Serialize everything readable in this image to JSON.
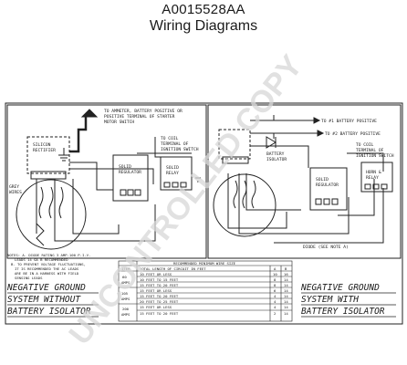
{
  "header": {
    "part_number": "A0015528AA",
    "title": "Wiring Diagrams"
  },
  "watermark": "UNCONTROLLED COPY",
  "left_diagram": {
    "callout_ammeter": [
      "TO AMMETER, BATTERY POSITIVE OR",
      "POSITIVE TERMINAL OF STARTER",
      "MOTOR SWITCH"
    ],
    "callout_coil": [
      "TO COIL",
      "TERMINAL OF",
      "IGNITION SWITCH"
    ],
    "rectifier": [
      "SILICON",
      "RECTIFIER"
    ],
    "regulator": [
      "SOLID",
      "REGULATOR"
    ],
    "relay": [
      "SOLID",
      "RELAY"
    ],
    "field_label": [
      "GREY",
      "WIRES"
    ],
    "notes": [
      "NOTES: A. DIODE RATING 3 AMP-100 P.I.V.",
      "LEADS 14 GA B RECOMMENDED",
      "B. TO PREVENT VOLTAGE FLUCTUATIONS,",
      "IT IS RECOMMENDED THE AC LEADS",
      "ARE BE IN A HARNESS WITH FIELD",
      "SENSING LEADS"
    ],
    "caption": [
      "NEGATIVE GROUND",
      "SYSTEM WITHOUT",
      "BATTERY ISOLATOR"
    ]
  },
  "right_diagram": {
    "callout_bat1": "TO #1 BATTERY POSITIVE",
    "callout_bat2": "TO #2 BATTERY POSITIVE",
    "callout_coil": [
      "TO COIL",
      "TERMINAL OF",
      "IGNITION SWITCH"
    ],
    "isolator": [
      "BATTERY",
      "ISOLATOR"
    ],
    "regulator": [
      "SOLID",
      "REGULATOR"
    ],
    "relay": [
      "HORN &",
      "RELAY"
    ],
    "diode": "DIODE (SEE NOTE A)",
    "caption": [
      "NEGATIVE GROUND",
      "SYSTEM WITH",
      "BATTERY ISOLATOR"
    ]
  },
  "wire_table": {
    "title": "RECOMMENDED MINIMUM WIRE SIZE",
    "col_item": "ITEM",
    "col_length": "TOTAL LENGTH OF CIRCUIT IN FEET",
    "col_a": "A",
    "col_b": "B",
    "groups": [
      {
        "label": [
          "",
          "60",
          "AMPS"
        ],
        "rows": [
          {
            "len": "10 FEET OR LESS",
            "a": "10",
            "b": "16"
          },
          {
            "len": "10 FEET TO 15 FEET",
            "a": "8",
            "b": "14"
          },
          {
            "len": "15 FEET TO 20 FEET",
            "a": "8",
            "b": "14"
          }
        ]
      },
      {
        "label": [
          "",
          "105",
          "AMPS"
        ],
        "rows": [
          {
            "len": "15 FEET OR LESS",
            "a": "6",
            "b": "14"
          },
          {
            "len": "15 FEET TO 20 FEET",
            "a": "4",
            "b": "14"
          },
          {
            "len": "20 FEET TO 25 FEET",
            "a": "4",
            "b": "14"
          }
        ]
      },
      {
        "label": [
          "200",
          "AMPS"
        ],
        "rows": [
          {
            "len": "15 FEET OR LESS",
            "a": "4",
            "b": "14"
          },
          {
            "len": "15 FEET TO 20 FEET",
            "a": "2",
            "b": "14"
          }
        ]
      }
    ]
  }
}
